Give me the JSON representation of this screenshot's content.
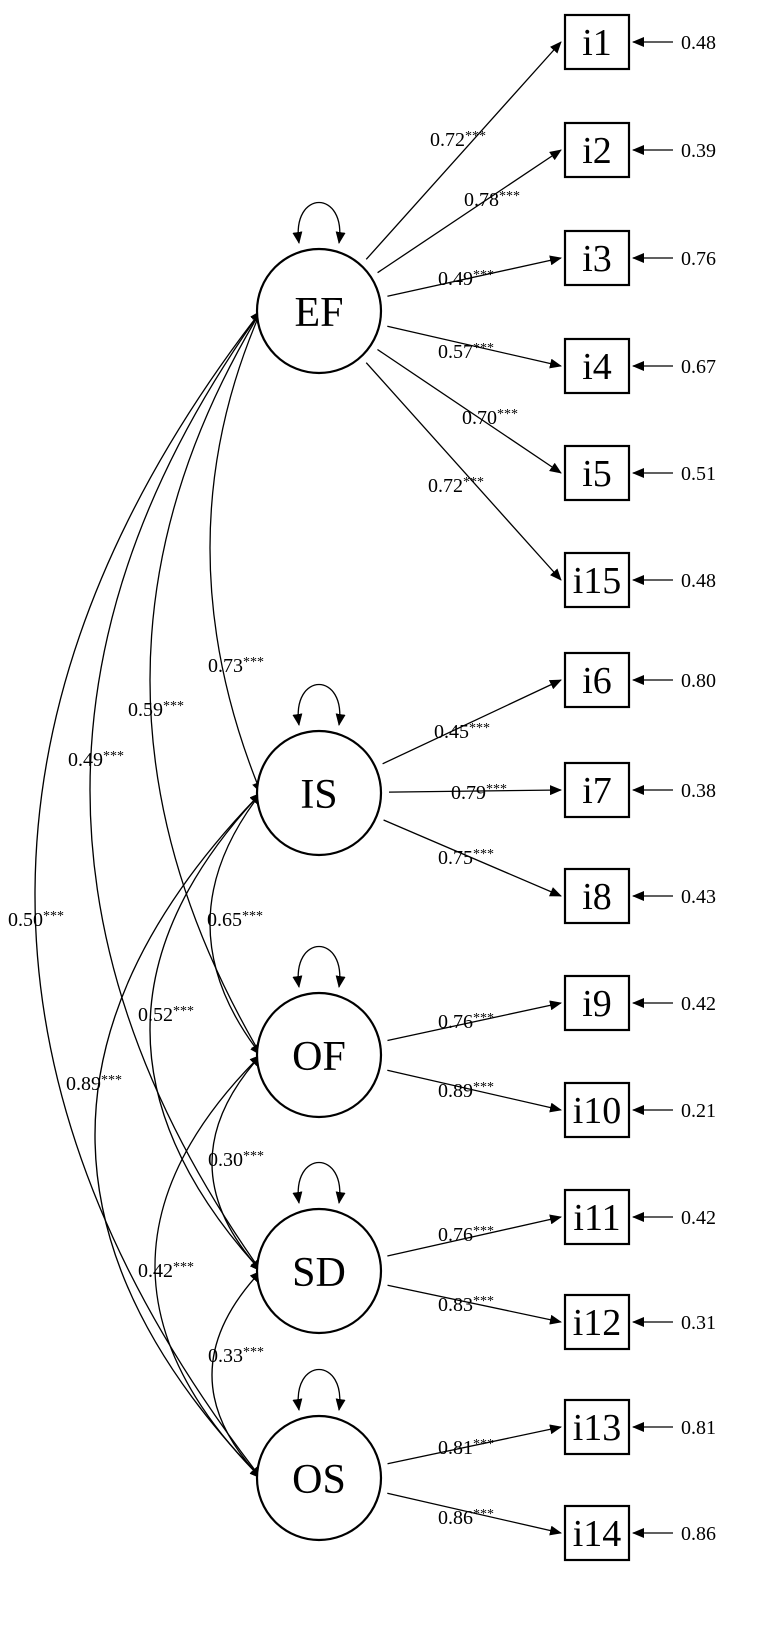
{
  "significance_marker": "***",
  "factors": [
    {
      "id": "EF",
      "label": "EF"
    },
    {
      "id": "IS",
      "label": "IS"
    },
    {
      "id": "OF",
      "label": "OF"
    },
    {
      "id": "SD",
      "label": "SD"
    },
    {
      "id": "OS",
      "label": "OS"
    }
  ],
  "indicators": [
    {
      "id": "i1",
      "label": "i1",
      "factor": "EF",
      "loading": "0.72",
      "error_variance": "0.48"
    },
    {
      "id": "i2",
      "label": "i2",
      "factor": "EF",
      "loading": "0.78",
      "error_variance": "0.39"
    },
    {
      "id": "i3",
      "label": "i3",
      "factor": "EF",
      "loading": "0.49",
      "error_variance": "0.76"
    },
    {
      "id": "i4",
      "label": "i4",
      "factor": "EF",
      "loading": "0.57",
      "error_variance": "0.67"
    },
    {
      "id": "i5",
      "label": "i5",
      "factor": "EF",
      "loading": "0.70",
      "error_variance": "0.51"
    },
    {
      "id": "i15",
      "label": "i15",
      "factor": "EF",
      "loading": "0.72",
      "error_variance": "0.48"
    },
    {
      "id": "i6",
      "label": "i6",
      "factor": "IS",
      "loading": "0.45",
      "error_variance": "0.80"
    },
    {
      "id": "i7",
      "label": "i7",
      "factor": "IS",
      "loading": "0.79",
      "error_variance": "0.38"
    },
    {
      "id": "i8",
      "label": "i8",
      "factor": "IS",
      "loading": "0.75",
      "error_variance": "0.43"
    },
    {
      "id": "i9",
      "label": "i9",
      "factor": "OF",
      "loading": "0.76",
      "error_variance": "0.42"
    },
    {
      "id": "i10",
      "label": "i10",
      "factor": "OF",
      "loading": "0.89",
      "error_variance": "0.21"
    },
    {
      "id": "i11",
      "label": "i11",
      "factor": "SD",
      "loading": "0.76",
      "error_variance": "0.42"
    },
    {
      "id": "i12",
      "label": "i12",
      "factor": "SD",
      "loading": "0.83",
      "error_variance": "0.31"
    },
    {
      "id": "i13",
      "label": "i13",
      "factor": "OS",
      "loading": "0.81",
      "error_variance": "0.81"
    },
    {
      "id": "i14",
      "label": "i14",
      "factor": "OS",
      "loading": "0.86",
      "error_variance": "0.86"
    }
  ],
  "covariances": [
    {
      "from": "EF",
      "to": "IS",
      "value": "0.73"
    },
    {
      "from": "EF",
      "to": "OF",
      "value": "0.59"
    },
    {
      "from": "EF",
      "to": "SD",
      "value": "0.49"
    },
    {
      "from": "EF",
      "to": "OS",
      "value": "0.50"
    },
    {
      "from": "IS",
      "to": "OF",
      "value": "0.65"
    },
    {
      "from": "IS",
      "to": "SD",
      "value": "0.52"
    },
    {
      "from": "IS",
      "to": "OS",
      "value": "0.89"
    },
    {
      "from": "OF",
      "to": "SD",
      "value": "0.30"
    },
    {
      "from": "OF",
      "to": "OS",
      "value": "0.42"
    },
    {
      "from": "SD",
      "to": "OS",
      "value": "0.33"
    }
  ]
}
